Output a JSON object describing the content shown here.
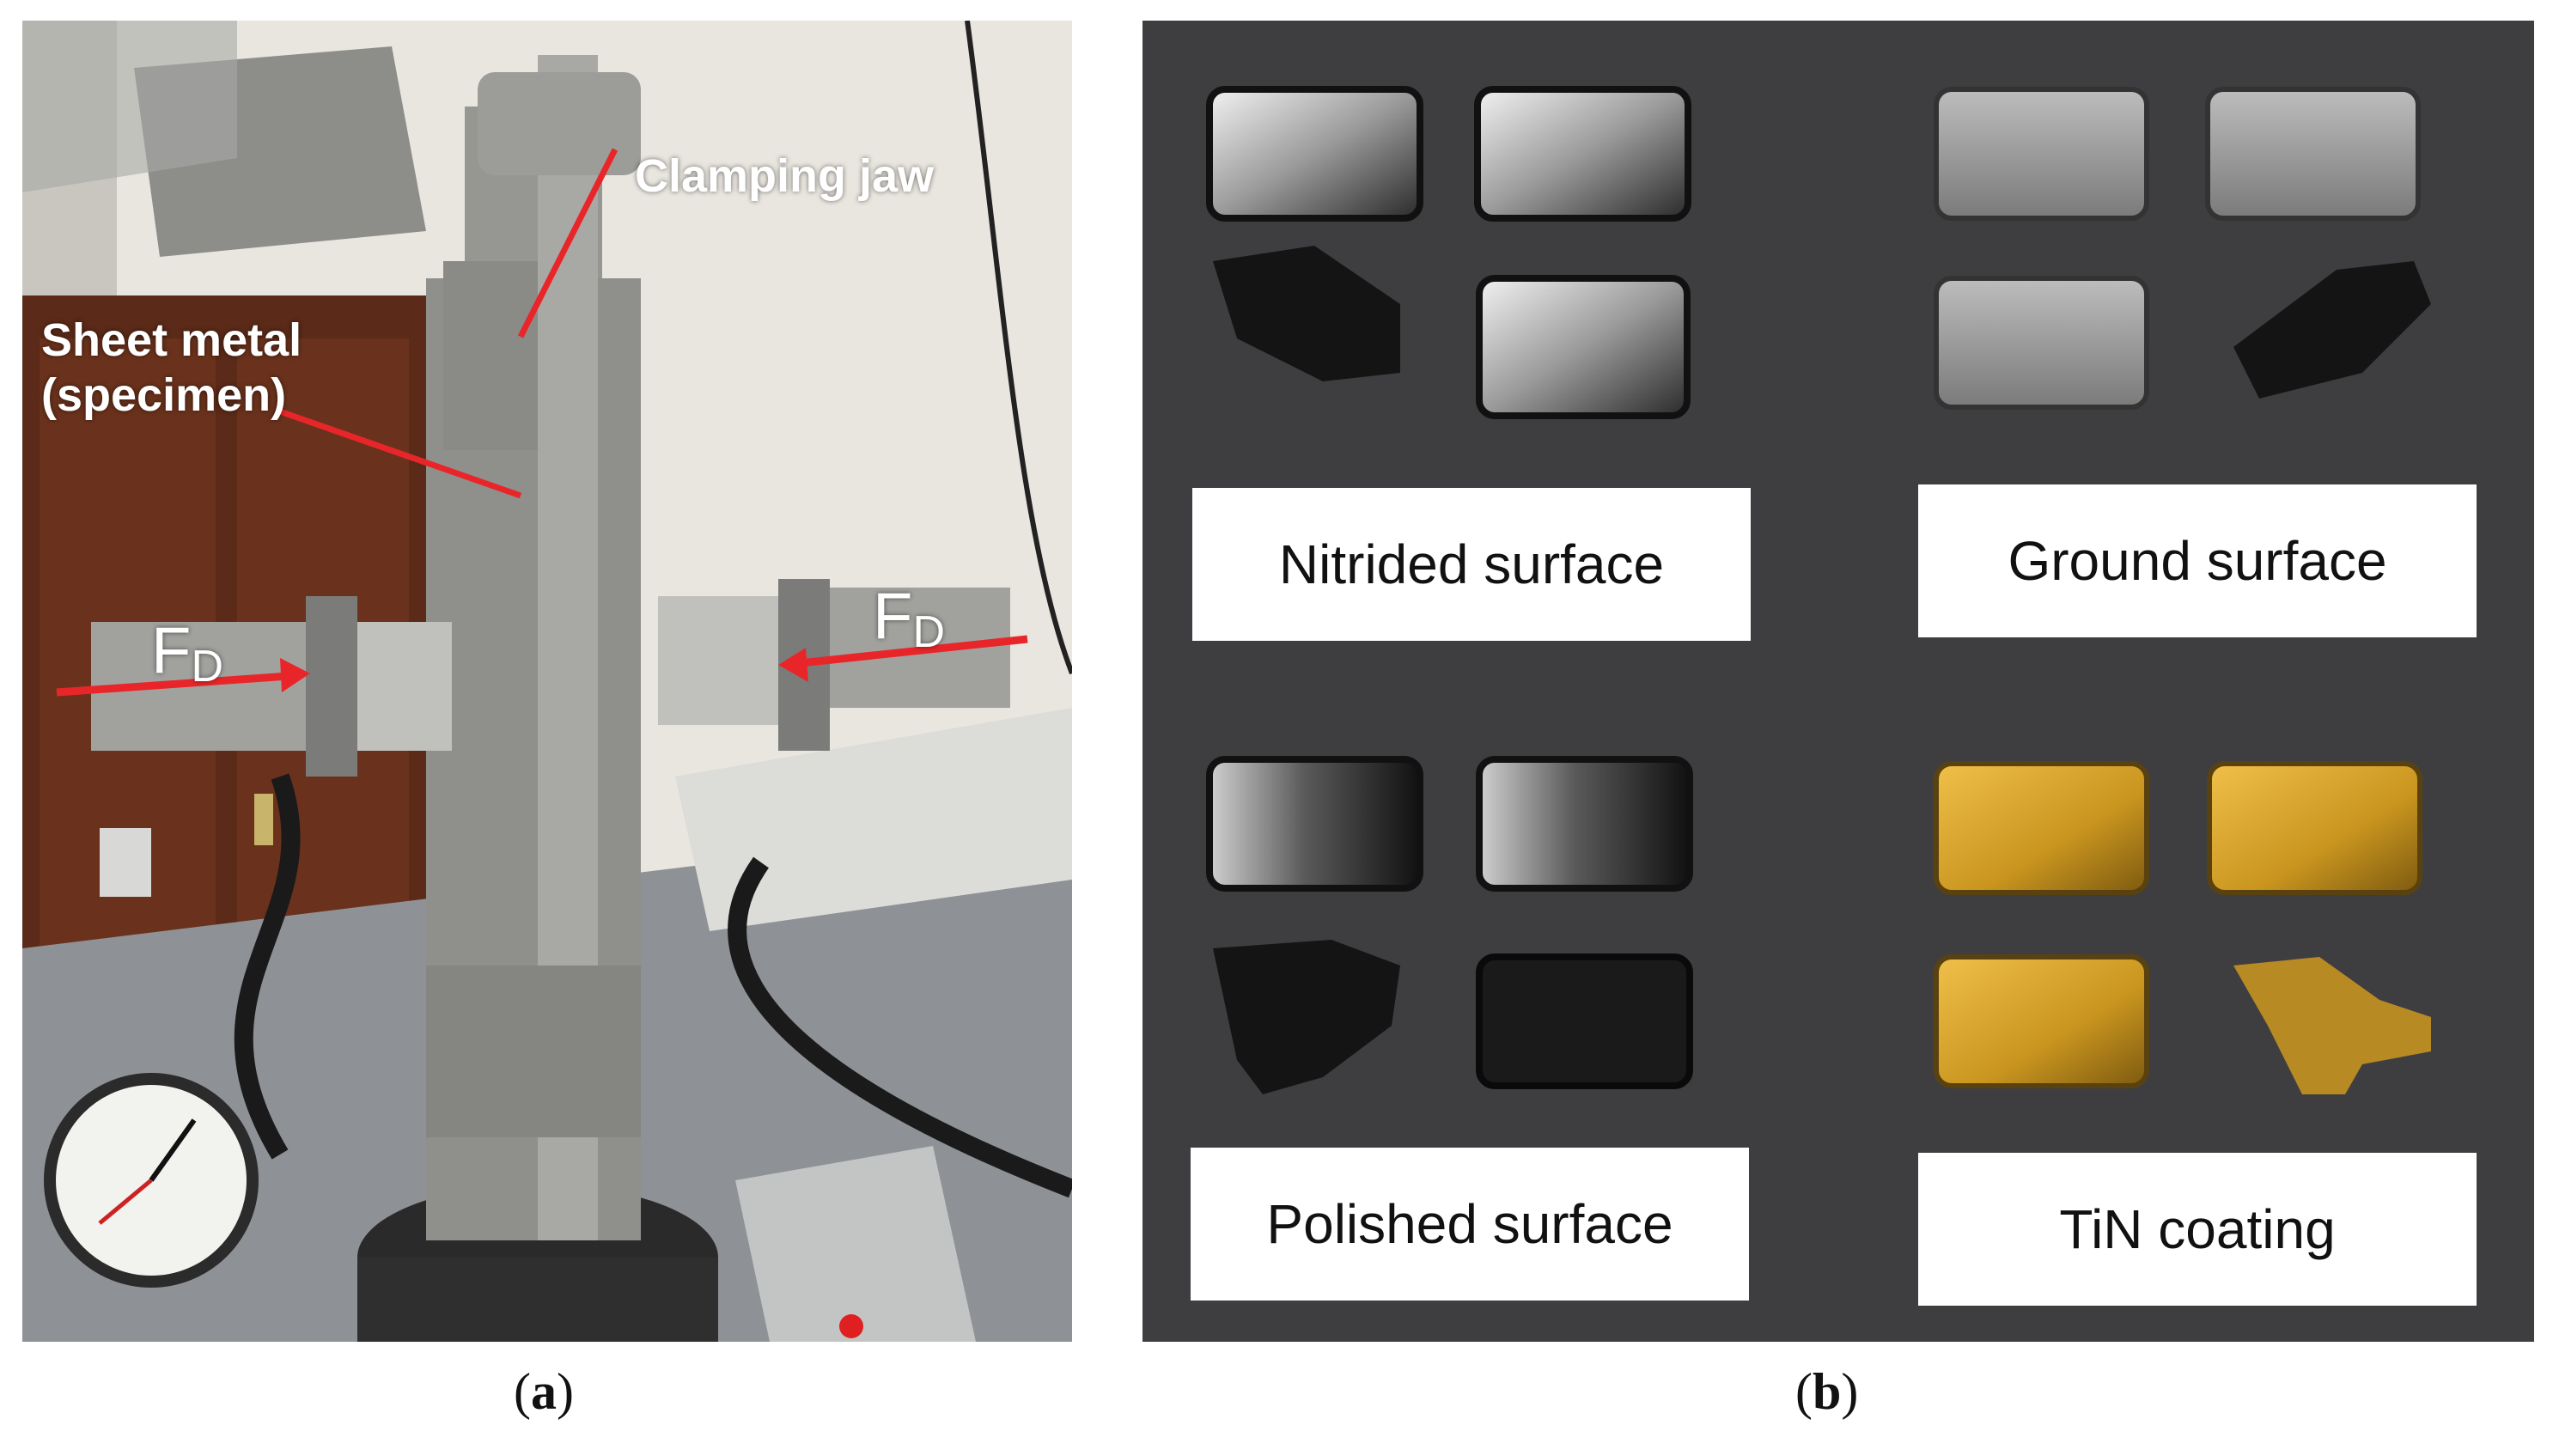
{
  "panel_a": {
    "annotations": {
      "clamping_jaw": "Clamping jaw",
      "sheet_metal_line1": "Sheet metal",
      "sheet_metal_line2": "(specimen)",
      "force_symbol": "F",
      "force_subscript": "D"
    },
    "caption_letter": "a"
  },
  "panel_b": {
    "labels": {
      "nitrided": "Nitrided surface",
      "ground": "Ground surface",
      "polished": "Polished surface",
      "tin": "TiN coating"
    },
    "caption_letter": "b"
  },
  "colors": {
    "arrow_red": "#e8262a",
    "board_grey": "#3e3e40",
    "tin_gold": "#c9951f",
    "wall": "#e9e6df",
    "cabinet_brown": "#5b2a18",
    "machine_grey": "#9a9a96"
  }
}
